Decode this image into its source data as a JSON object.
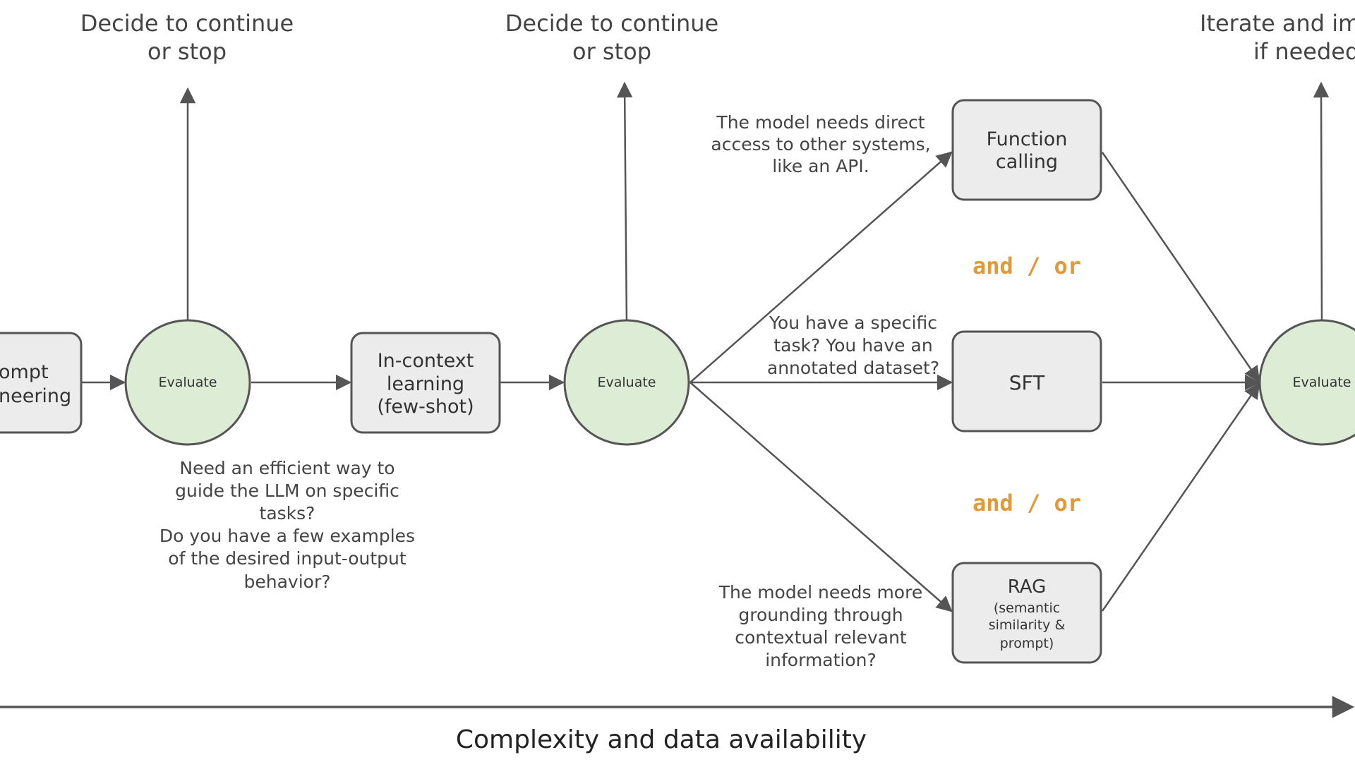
{
  "colors": {
    "box_fill": "#ececec",
    "box_stroke": "#555555",
    "circle_fill": "#dcecd5",
    "circle_stroke": "#555555",
    "arrow": "#555555",
    "text": "#444444",
    "and_or": "#e39a36"
  },
  "top_labels": {
    "left": [
      "Decide to continue",
      "or stop"
    ],
    "middle": [
      "Decide to continue",
      "or stop"
    ],
    "right": [
      "Iterate and imp",
      "if needed"
    ]
  },
  "boxes": {
    "prompt_engineering": [
      "ompt",
      "neering"
    ],
    "in_context_learning": [
      "In-context",
      "learning",
      "(few-shot)"
    ],
    "function_calling": [
      "Function",
      "calling"
    ],
    "sft": [
      "SFT"
    ],
    "rag": {
      "title": "RAG",
      "detail": [
        "(semantic",
        "similarity &",
        "prompt)"
      ]
    }
  },
  "evaluate_label": "Evaluate",
  "and_or_label": "and / or",
  "annotations": {
    "few_shot_question": [
      "Need an efficient way to",
      "guide the LLM on specific",
      "tasks?",
      "Do you have a few examples",
      "of the desired input-output",
      "behavior?"
    ],
    "function_calling_question": [
      "The model needs direct",
      "access to other systems,",
      "like an API."
    ],
    "sft_question": [
      "You have a specific",
      "task? You have an",
      "annotated dataset?"
    ],
    "rag_question": [
      "The model needs more",
      "grounding through",
      "contextual relevant",
      "information?"
    ]
  },
  "axis_label": "Complexity and data availability"
}
